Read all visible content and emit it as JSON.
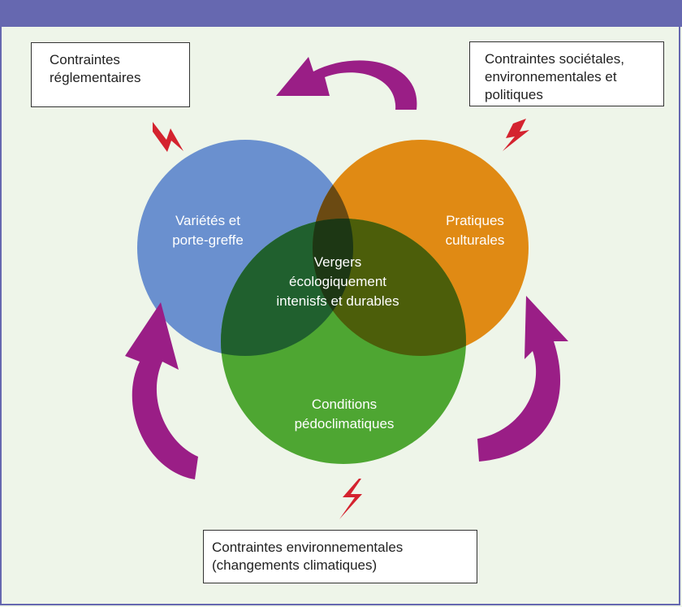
{
  "boxes": {
    "regulatory": [
      "Contraintes",
      "réglementaires"
    ],
    "societal": [
      "Contraintes sociétales,",
      "environnementales et",
      "politiques"
    ],
    "environmental": [
      "Contraintes environnementales",
      "(changements climatiques)"
    ]
  },
  "circles": {
    "varieties": [
      "Variétés et",
      "porte-greffe"
    ],
    "practices": [
      "Pratiques",
      "culturales"
    ],
    "conditions": [
      "Conditions",
      "pédoclimatiques"
    ],
    "center": [
      "Vergers",
      "écologiquement",
      "intenisfs et durables"
    ]
  },
  "colors": {
    "header": "#6668b0",
    "background": "#eef5e9",
    "blue_circle": "#6a90cf",
    "orange_circle": "#e08a14",
    "green_circle": "#4ea632",
    "arrows": "#9a1e86",
    "lightning": "#d4232f"
  }
}
